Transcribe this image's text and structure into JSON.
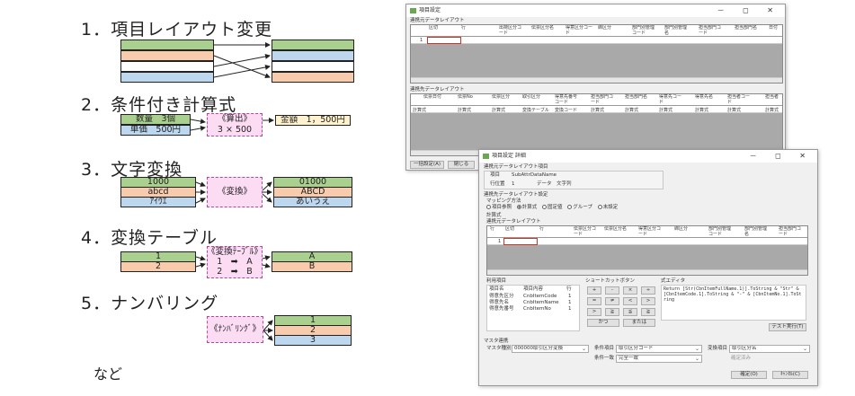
{
  "infographic": {
    "sections": [
      {
        "title": "1．項目レイアウト変更"
      },
      {
        "title": "2．条件付き計算式",
        "in_a": "数量　3個",
        "in_b": "単価　500円",
        "op_label": "《算出》",
        "op_expr": "3 × 500",
        "out": "金額　1，500円"
      },
      {
        "title": "3．文字変換",
        "in": [
          "1000",
          "abcd",
          "ｱｲｳｴ"
        ],
        "op": "《変換》",
        "out": [
          "01000",
          "ABCD",
          "あいうえ"
        ]
      },
      {
        "title": "4．変換テーブル",
        "in": [
          "1",
          "2"
        ],
        "op_label": "《変換ﾃｰﾌﾞﾙ》",
        "map": [
          "1　➡　A",
          "2　➡　B"
        ],
        "out": [
          "A",
          "B"
        ]
      },
      {
        "title": "5．ナンバリング",
        "op": "《ﾅﾝﾊﾞﾘﾝｸﾞ》",
        "out": [
          "1",
          "2",
          "3"
        ]
      }
    ],
    "footer": "など"
  },
  "win1": {
    "title": "項目設定",
    "controls": "－ ◻ ✕",
    "src_label": "連携元データレイアウト",
    "src_headers": [
      "区切",
      "行",
      "出荷区分コード",
      "伝票区分名",
      "得意区分コード",
      "締区分",
      "部門別管理コード",
      "部門別管理名",
      "担当部門コード",
      "担当部門名",
      "日付"
    ],
    "src_row": [
      "1"
    ],
    "dst_label": "連携先データレイアウト",
    "dst_headers": [
      "伝票日付",
      "伝票No",
      "伝票区分",
      "取引区分",
      "得意先番号コード",
      "担当部門コード",
      "担当部門名",
      "得意先コード",
      "得意先名",
      "担当者コード",
      "担当者"
    ],
    "dst_row": [
      "計算式",
      "計算式",
      "計算式",
      "変換テーブル",
      "変換コード",
      "計算式",
      "計算式",
      "計算式",
      "計算式",
      "計算式",
      "計算式"
    ],
    "bottom_buttons": [
      "一括設定(A)",
      "閉じる"
    ]
  },
  "win2": {
    "title": "項目設定 詳細",
    "controls": "－ ◻ ✕",
    "src_section": "連携元データレイアウト項目",
    "src_item_label": "項目",
    "src_item_value": "SubAttrDataName",
    "src_row_label": "行位置",
    "src_row_value": "1",
    "src_type_label": "データ",
    "src_type_value": "文字列",
    "dst_section": "連携先データレイアウト設定",
    "mapping_label": "マッピング方法",
    "radios": [
      "項目参照",
      "計算式",
      "固定値",
      "グループ",
      "未設定"
    ],
    "radio_selected": 1,
    "calc_label": "計算式",
    "calc_sub_label": "連携元データレイアウト",
    "grid_headers": [
      "行",
      "区切",
      "行",
      "伝票区分コード",
      "伝票区分名",
      "得意区分コード",
      "締区分",
      "部門別管理コード",
      "部門別管理名",
      "担当部門コード"
    ],
    "grid_row": [
      "1"
    ],
    "items_label": "利用項目",
    "items_headers": [
      "項目名",
      "項目内容",
      "行"
    ],
    "items": [
      [
        "項目名",
        "項目内容",
        "行"
      ],
      [
        "得意先区分",
        "CnbItemCode",
        "1"
      ],
      [
        "得意先名",
        "CnbItemName",
        "1"
      ],
      [
        "得意先番号",
        "CnbItemNo",
        "1"
      ]
    ],
    "shortcut_label": "ショートカットボタン",
    "shortcuts": [
      "+",
      "-",
      "×",
      "÷",
      "=",
      "≠",
      "<",
      ">",
      ">",
      "≧",
      "≦",
      "≧"
    ],
    "shortcut_and": "かつ",
    "shortcut_or": "または",
    "editor_label": "式エディタ",
    "editor_text": "Return [Str(CbnItemFullName.1)].ToString & \"Str\" & [CbnItemCode.1].ToString & \"-\" & [CbnItemNo.1].ToString",
    "test_button": "テスト実行(T)",
    "master_section": "マスタ連携",
    "master_label": "マスタ種別",
    "master_value": "000000取引区分変換",
    "cond_item_label": "条件項目",
    "cond_item_value": "取引区分コード",
    "cond_val_label": "条件一致",
    "cond_val_value": "完全一致",
    "out_label": "変換項目",
    "out_value": "取引区分名",
    "check_label": "確定済み",
    "ok_button": "確定(O)",
    "cancel_button": "ｷｬﾝｾﾙ(C)"
  }
}
